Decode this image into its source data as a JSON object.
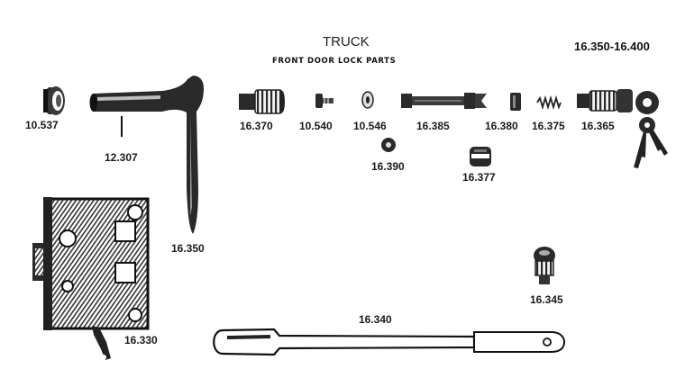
{
  "header": {
    "title": "TRUCK",
    "subtitle": "FRONT DOOR LOCK PARTS",
    "range": "16.350-16.400"
  },
  "parts": [
    {
      "id": "p10537",
      "number": "10.537",
      "icon": "bezel-ring-icon"
    },
    {
      "id": "p12307",
      "number": "12.307",
      "icon": "pin-icon"
    },
    {
      "id": "p16350",
      "number": "16.350",
      "icon": "door-handle-icon"
    },
    {
      "id": "p16370",
      "number": "16.370",
      "icon": "sleeve-icon"
    },
    {
      "id": "p10540",
      "number": "10.540",
      "icon": "screw-icon"
    },
    {
      "id": "p10546",
      "number": "10.546",
      "icon": "washer-icon"
    },
    {
      "id": "p16385",
      "number": "16.385",
      "icon": "shaft-icon"
    },
    {
      "id": "p16380",
      "number": "16.380",
      "icon": "bushing-icon"
    },
    {
      "id": "p16375",
      "number": "16.375",
      "icon": "spring-icon"
    },
    {
      "id": "p16365",
      "number": "16.365",
      "icon": "lock-cylinder-keys-icon"
    },
    {
      "id": "p16390",
      "number": "16.390",
      "icon": "nut-icon"
    },
    {
      "id": "p16377",
      "number": "16.377",
      "icon": "retainer-icon"
    },
    {
      "id": "p16330",
      "number": "16.330",
      "icon": "lock-body-icon"
    },
    {
      "id": "p16340",
      "number": "16.340",
      "icon": "remote-rod-icon"
    },
    {
      "id": "p16345",
      "number": "16.345",
      "icon": "knob-icon"
    }
  ]
}
